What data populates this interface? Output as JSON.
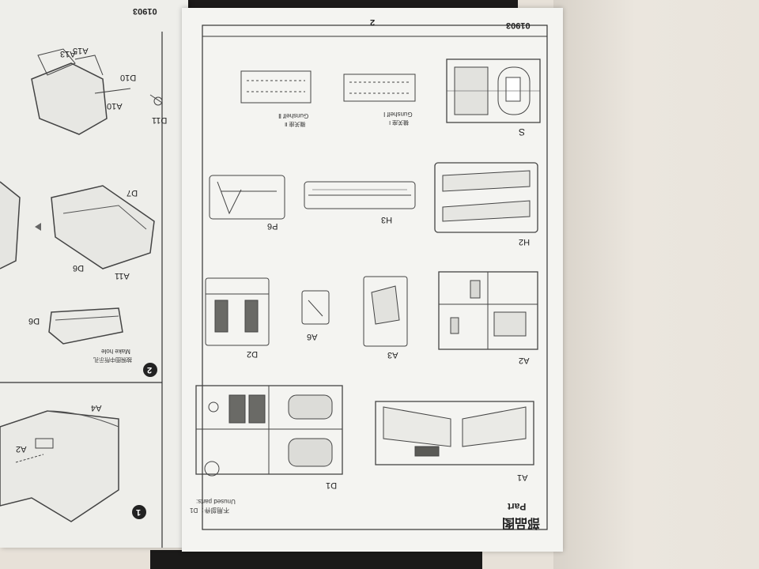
{
  "colors": {
    "paper": "#f4f4f1",
    "ink": "#2a2a2a",
    "table": "#e7e1d8"
  },
  "left_page": {
    "header_code": "01903",
    "steps": [
      "1",
      "2"
    ],
    "parts": [
      "A15",
      "A13",
      "D10",
      "A10",
      "D11",
      "D7",
      "D6",
      "A11",
      "D6",
      "A4",
      "A2"
    ],
    "note_cn": "按照图中所示孔",
    "note_en": "Make hole"
  },
  "right_page": {
    "header_code": "01903",
    "page_number": "2",
    "title_cn": "部品图",
    "title_en": "Part",
    "unused_cn": "不用部件：D1",
    "unused_en": "Unused parts:",
    "unused_code": "D1",
    "sprues": [
      {
        "label": "S"
      },
      {
        "label": "Gunshelf Ⅰ",
        "label_cn": "機关座 Ⅰ"
      },
      {
        "label": "Gunshelf Ⅱ",
        "label_cn": "機关座 Ⅱ"
      },
      {
        "label": "H2"
      },
      {
        "label": "H3"
      },
      {
        "label": "P6"
      },
      {
        "label": "A2"
      },
      {
        "label": "A3"
      },
      {
        "label": "A6"
      },
      {
        "label": "D2"
      },
      {
        "label": "A1"
      },
      {
        "label": "D1"
      }
    ]
  }
}
